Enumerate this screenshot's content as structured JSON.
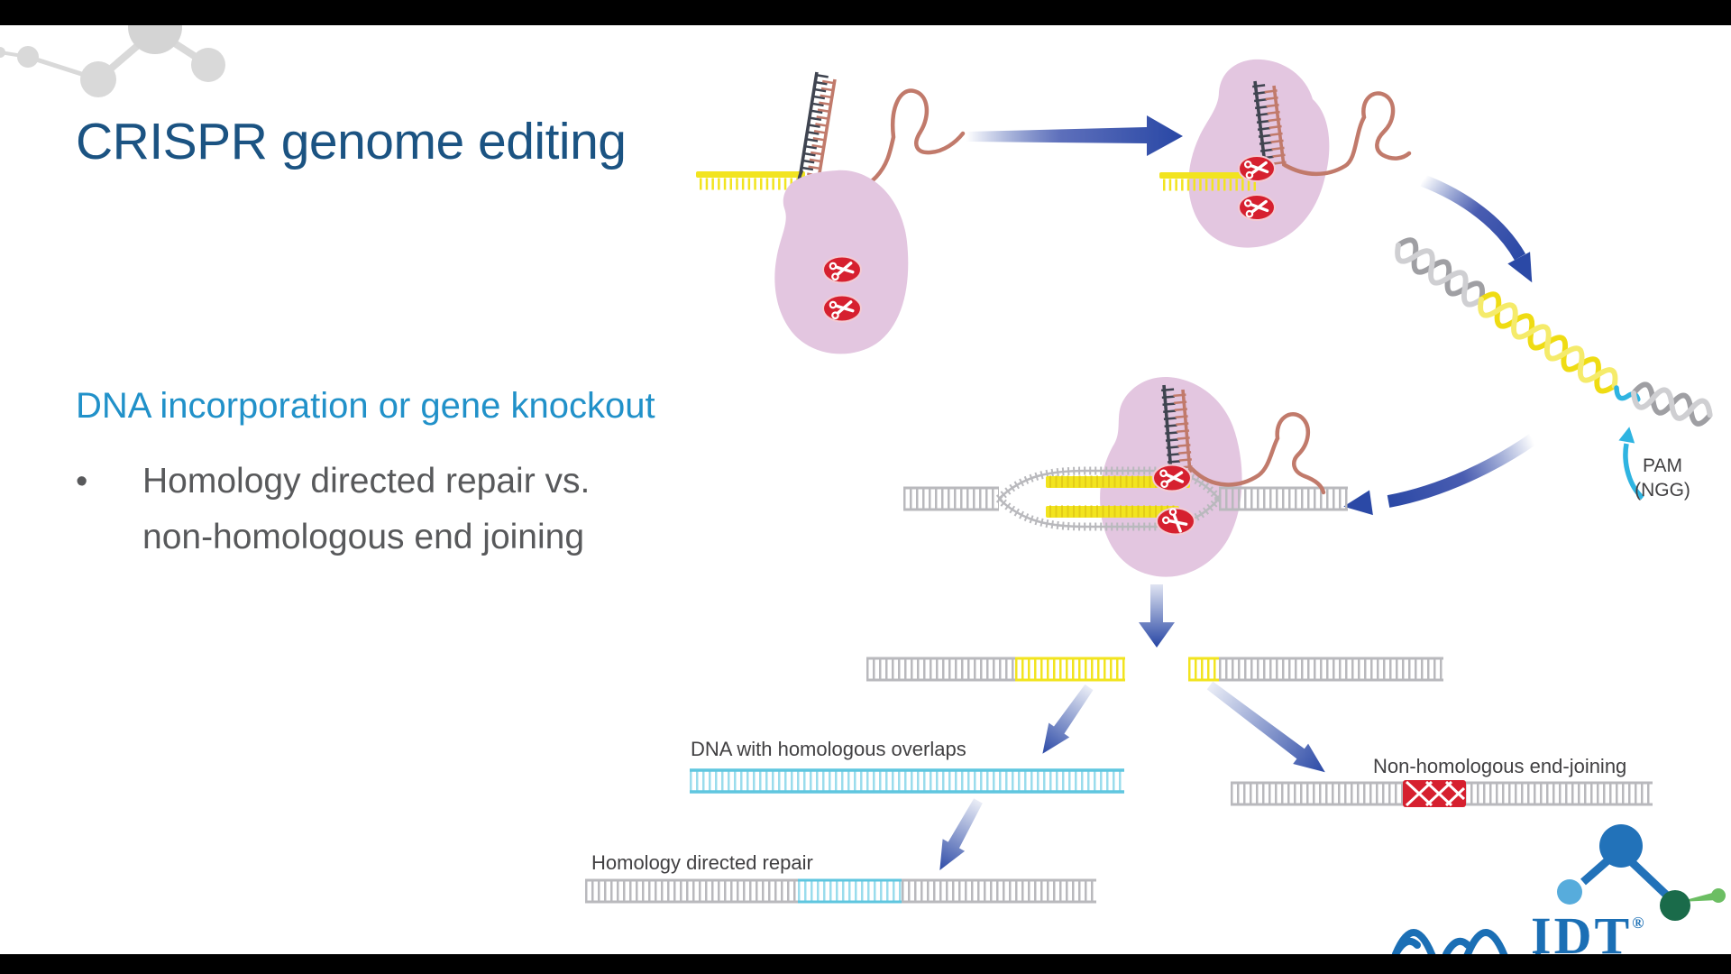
{
  "slide": {
    "background": "#ffffff",
    "letterbox_color": "#000000"
  },
  "texts": {
    "title": "CRISPR genome editing",
    "subtitle": "DNA incorporation or gene knockout",
    "bullet_marker": "•",
    "bullet_line1": "Homology directed repair vs.",
    "bullet_line2": "non-homologous end joining",
    "pam_line1": "PAM",
    "pam_line2": "(NGG)",
    "donor_dna_label": "DNA with homologous overlaps",
    "nhej_label": "Non-homologous end-joining",
    "hdr_label": "Homology directed repair"
  },
  "logo": {
    "text": "IDT",
    "registered": "®"
  },
  "colors": {
    "title_blue": "#1B5382",
    "subtitle_blue": "#2191C9",
    "body_gray": "#58595B",
    "label_gray": "#414042",
    "arrow_blue": "#2B49A6",
    "cas9_pink": "#E3C6E0",
    "scissors_red": "#D6202F",
    "target_yellow": "#F2E41F",
    "dna_gray": "#B9B9BD",
    "crrna_dark": "#3F4450",
    "tracrrna_salmon": "#C17A6B",
    "donor_cyan": "#5FC6DF",
    "pam_cyan": "#2FB4E1",
    "logo_blue": "#1B6FB5",
    "logo_lightblue": "#57ACDC",
    "logo_green_dark": "#1A6B4A",
    "logo_green_light": "#6CBE63",
    "molecule_gray": "#D9D9D9"
  },
  "diagram_parts": [
    "decorative-molecule",
    "guide-rna",
    "cas9-protein",
    "scissors",
    "target-dna-yellow",
    "rnp-complex",
    "genomic-dna-helix",
    "pam-site",
    "dna-unwound-complex",
    "double-strand-break-fragments",
    "donor-dna-strand",
    "nhej-result-strand",
    "hdr-result-strand",
    "idt-logo"
  ]
}
